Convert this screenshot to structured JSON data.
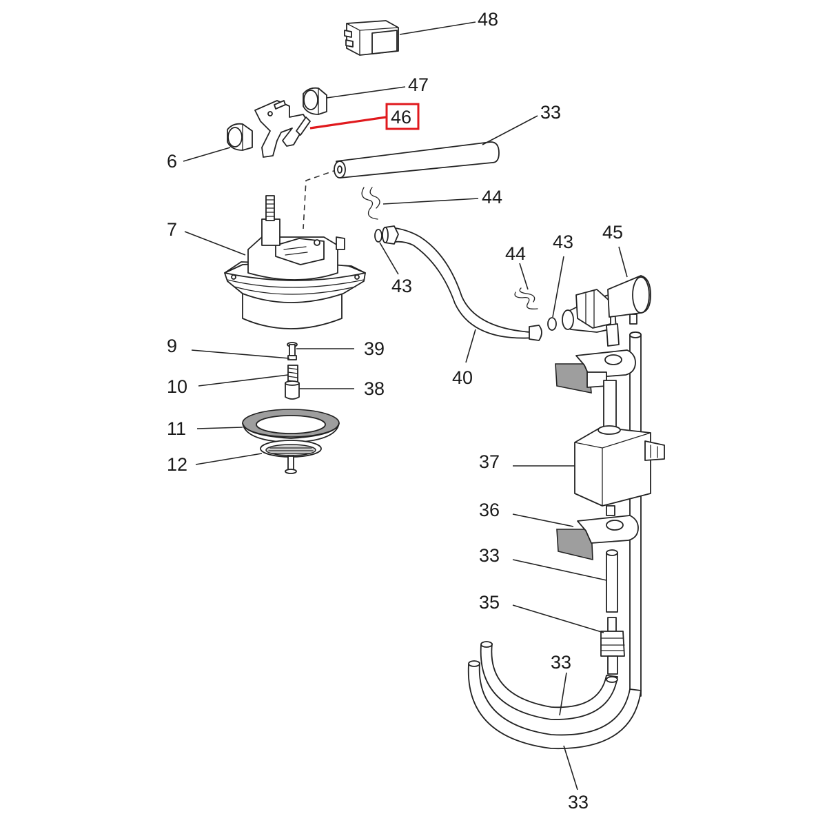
{
  "highlight_color": "#e0191d",
  "labels": {
    "p48": "48",
    "p47": "47",
    "p46": "46",
    "p33_top": "33",
    "p6": "6",
    "p44_top": "44",
    "p7": "7",
    "p45": "45",
    "p44_mid": "44",
    "p43_right": "43",
    "p43_left": "43",
    "p9": "9",
    "p39": "39",
    "p10": "10",
    "p38": "38",
    "p40": "40",
    "p11": "11",
    "p12": "12",
    "p37": "37",
    "p36": "36",
    "p33_mid": "33",
    "p35": "35",
    "p33_low": "33",
    "p33_bottom": "33"
  }
}
